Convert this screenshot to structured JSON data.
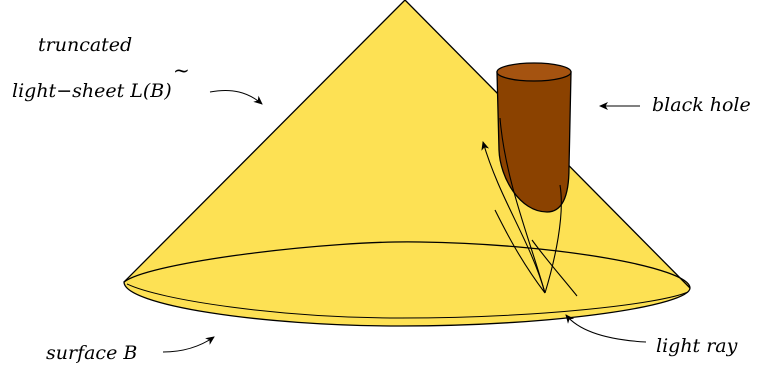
{
  "labels": {
    "truncated": "truncated",
    "light_sheet": "light−sheet L(B)",
    "tilde": "~",
    "black_hole": "black hole",
    "surface": "surface B",
    "light_ray": "light ray"
  },
  "colors": {
    "cone_fill": "#FDE154",
    "black_hole_fill": "#8B4200",
    "black_hole_rim": "#A55310",
    "stroke": "#000000"
  }
}
